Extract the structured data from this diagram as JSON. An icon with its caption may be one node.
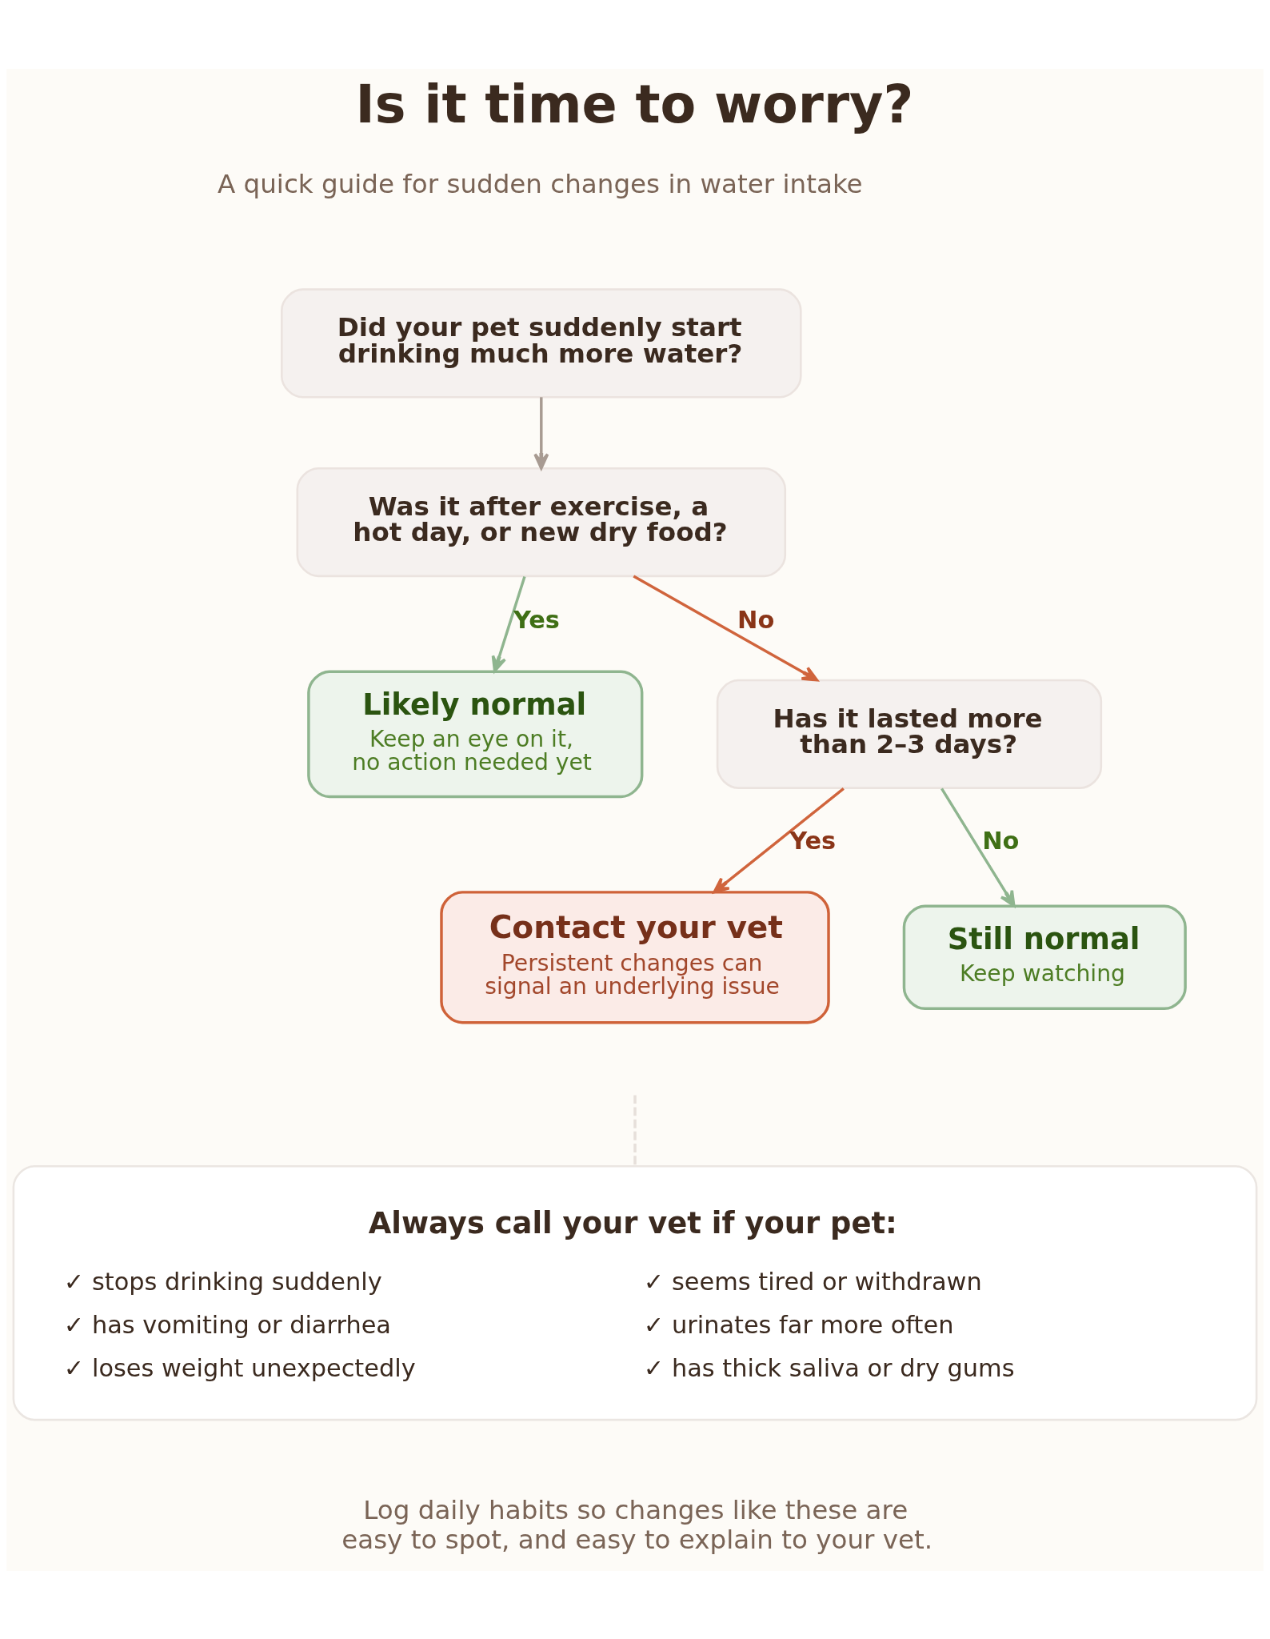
{
  "diagram": {
    "title": "Is it time to worry?",
    "nodes": [
      {
        "text": [
          "Did your pet suddenly start drinking much more water?"
        ]
      },
      {
        "text": [
          "Was it after exercise, a hot day, or new dry food?"
        ]
      },
      {
        "text": [
          "Likely normal",
          "Keep an eye on it, no action needed yet"
        ]
      },
      {
        "text": [
          "Has it lasted more than 2–3 days?"
        ]
      },
      {
        "text": [
          "Contact your vet",
          "Persistent changes can signal an underlying issue"
        ]
      },
      {
        "text": [
          "Still normal",
          "Keep watching"
        ]
      },
      {
        "text": [
          "Always call your vet if your pet:",
          "✓ stops drinking suddenly",
          "✓ seems tired or withdrawn",
          "✓ has vomiting or diarrhea",
          "✓ urinates far more often",
          "✓ loses weight unexpectedly",
          "✓ has thick saliva or dry gums"
        ]
      }
    ],
    "edges": [
      {
        "from": 0,
        "to": 1,
        "arrow": "to",
        "color": "#a89b92"
      },
      {
        "from": 1,
        "to": 2,
        "arrow": "to",
        "label": "Yes",
        "color": "#8fb58f"
      },
      {
        "from": 1,
        "to": 3,
        "arrow": "to",
        "label": "No",
        "color": "#d0643c"
      },
      {
        "from": 3,
        "to": 4,
        "arrow": "to",
        "label": "Yes",
        "color": "#d0643c"
      },
      {
        "from": 3,
        "to": 5,
        "arrow": "to",
        "label": "No",
        "color": "#8fb58f"
      },
      {
        "from": null,
        "to": 6,
        "arrow": "none",
        "style": "dashed",
        "color": "#e6dfda"
      }
    ],
    "labels": [
      "A quick guide for sudden changes in water intake",
      "Log daily habits so changes like these are easy to spot, and easy to explain to your vet."
    ]
  }
}
